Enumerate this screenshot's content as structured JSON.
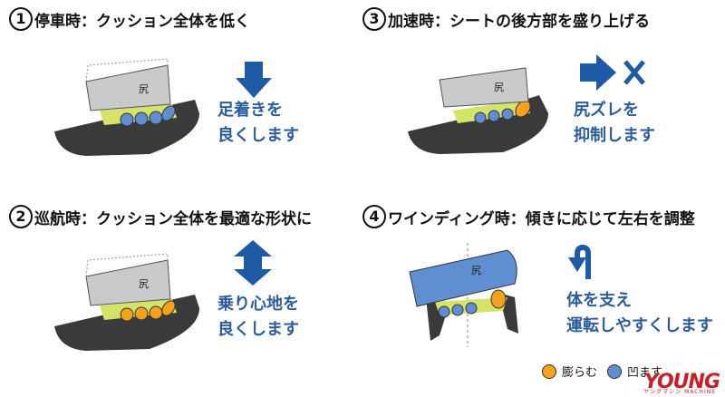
{
  "panels": [
    {
      "num": "1",
      "title": "停車時：クッション全体を低く",
      "desc": [
        "足着きを",
        "良くします"
      ],
      "seat_label": "尻"
    },
    {
      "num": "3",
      "title": "加速時：シートの後方部を盛り上げる",
      "desc": [
        "尻ズレを",
        "抑制します"
      ],
      "seat_label": "尻"
    },
    {
      "num": "2",
      "title": "巡航時：クッション全体を最適な形状に",
      "desc": [
        "乗り心地を",
        "良くします"
      ],
      "seat_label": "尻"
    },
    {
      "num": "4",
      "title": "ワインディング時：傾きに応じて左右を調整",
      "desc": [
        "体を支え",
        "運転しやすくします"
      ],
      "seat_label": "尻"
    }
  ],
  "legend": [
    {
      "label": "膨らむ",
      "color": "#f5a21b"
    },
    {
      "label": "凹ます",
      "color": "#5f8fd0"
    }
  ],
  "logo": {
    "text": "YOUNG",
    "sub": "ヤングマシン MACHINE"
  },
  "colors": {
    "arrow": "#1f5aa6",
    "seat_top": "#c9cacb",
    "seat_blue": "#5f8fd0",
    "cushion_yellow": "#d6e36b",
    "base": "#3a3a3a"
  },
  "icons": {
    "panel1": "arrow-down-icon",
    "panel3": "arrow-right-cross-icon",
    "panel2": "arrow-up-down-icon",
    "panel4": "u-turn-arrow-icon"
  }
}
